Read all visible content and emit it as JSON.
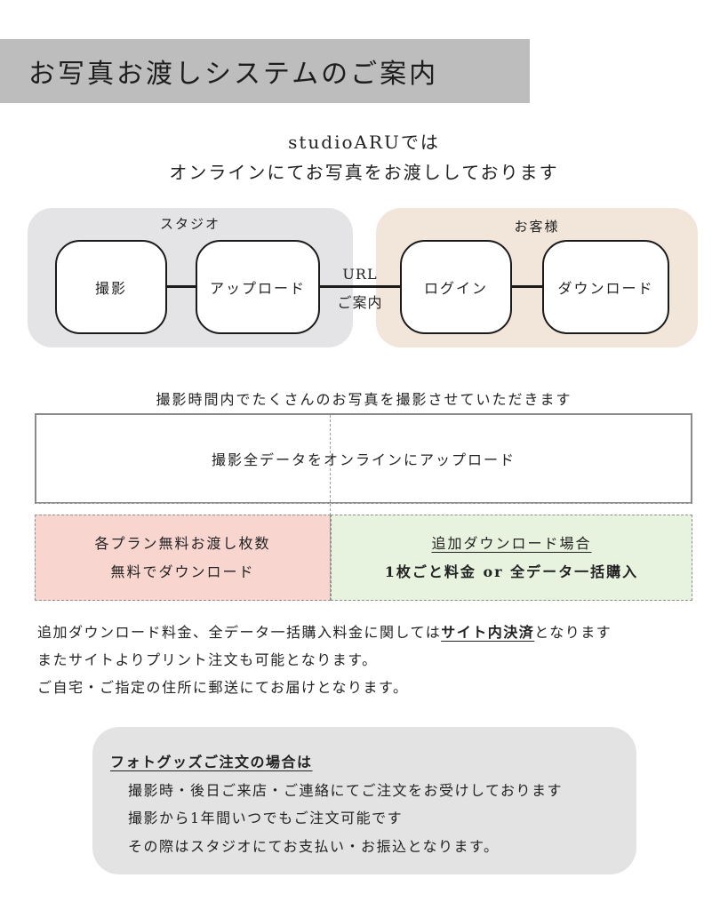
{
  "header": {
    "title": "お写真お渡しシステムのご案内"
  },
  "intro": {
    "line1": "studioARUでは",
    "line2": "オンラインにてお写真をお渡ししております"
  },
  "flow": {
    "studio_label": "スタジオ",
    "customer_label": "お客様",
    "steps": [
      "撮影",
      "アップロード",
      "ログイン",
      "ダウンロード"
    ],
    "url_line1": "URL",
    "url_line2": "ご案内"
  },
  "colors": {
    "studio_panel": "#e4e4e6",
    "customer_panel": "#f2e5d9",
    "pink_box": "#f8d6cf",
    "green_box": "#e7f3df",
    "title_bar": "#bdbdbd"
  },
  "caption": "撮影時間内でたくさんのお写真を撮影させていただきます",
  "upload_box": "撮影全データをオンラインにアップロード",
  "plan_box": {
    "line1": "各プラン無料お渡し枚数",
    "line2": "無料でダウンロード"
  },
  "extra_box": {
    "title": "追加ダウンロード場合",
    "detail": "1枚ごと料金 or 全データ一括購入"
  },
  "notes": {
    "line1_before": "追加ダウンロード料金、全データ一括購入料金に関しては",
    "line1_emphasis": "サイト内決済",
    "line1_after": "となります",
    "line2": "またサイトよりプリント注文も可能となります。",
    "line3": "ご自宅・ご指定の住所に郵送にてお届けとなります。"
  },
  "goods": {
    "title": "フォトグッズご注文の場合は",
    "lines": [
      "撮影時・後日ご来店・ご連絡にてご注文をお受けしております",
      "撮影から1年間いつでもご注文可能です",
      "その際はスタジオにてお支払い・お振込となります。"
    ]
  }
}
